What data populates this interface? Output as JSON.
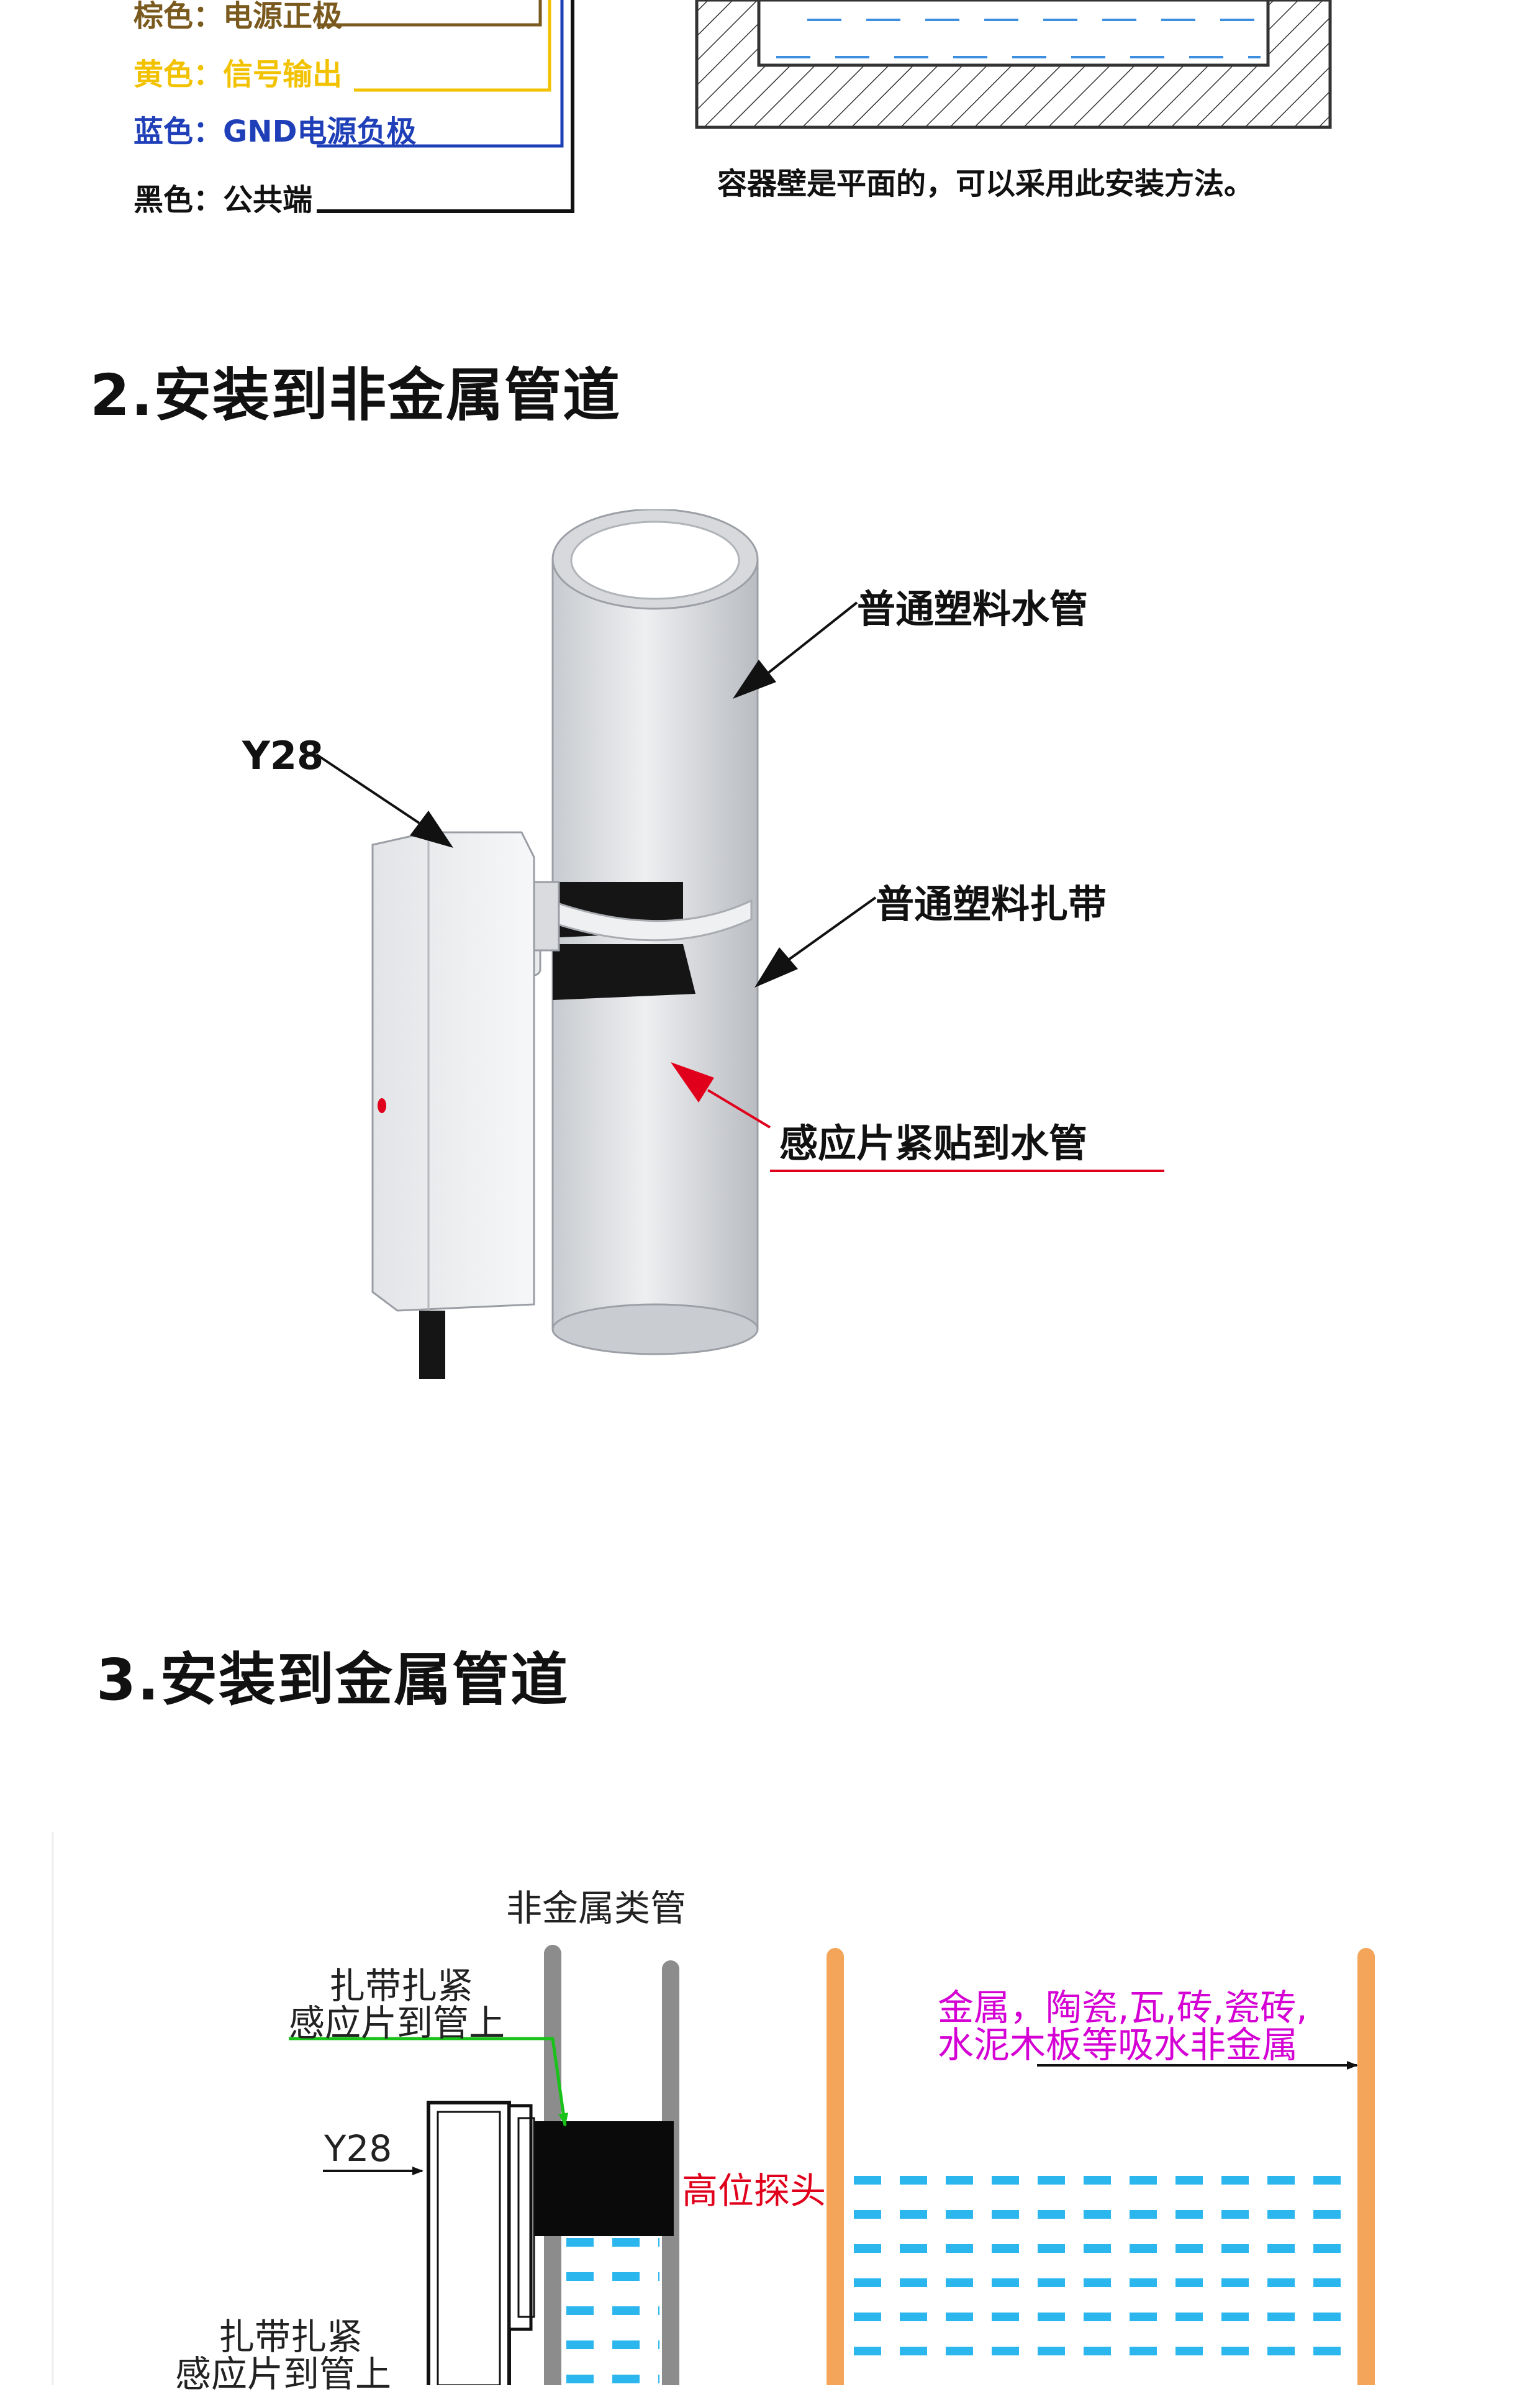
{
  "wiring": {
    "brown": "棕色：电源正极",
    "yellow": "黄色：信号输出",
    "blue": "蓝色：GND电源负极",
    "black": "黑色：公共端"
  },
  "container_caption": "容器壁是平面的，可以采用此安装方法。",
  "section2": {
    "heading": "2.安装到非金属管道",
    "labels": {
      "pipe": "普通塑料水管",
      "device": "Y28",
      "tie": "普通塑料扎带",
      "sensor": "感应片紧贴到水管"
    }
  },
  "section3": {
    "heading": "3.安装到金属管道",
    "labels": {
      "nonmetal_tube": "非金属类管",
      "tie_top_1": "扎带扎紧",
      "tie_top_2": "感应片到管上",
      "device": "Y28",
      "high_probe": "高位探头",
      "materials_1": "金属，陶瓷,瓦,砖,瓷砖,",
      "materials_2": "水泥木板等吸水非金属",
      "tie_bottom_1": "扎带扎紧",
      "tie_bottom_2": "感应片到管上"
    }
  },
  "colors": {
    "brown": "#7a5a1e",
    "yellow": "#f2c200",
    "blue": "#1f3fb8",
    "black": "#111111",
    "water": "#2bb6ee",
    "orange_wall": "#f5a55a",
    "magenta": "#d400d4",
    "red": "#e0001b",
    "green": "#19c219"
  }
}
